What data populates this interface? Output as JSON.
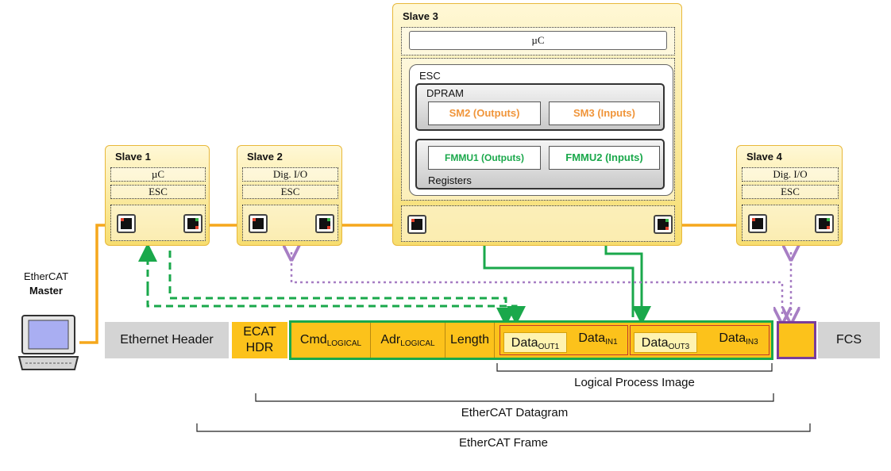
{
  "master": {
    "label_line1": "EtherCAT",
    "label_line2": "Master"
  },
  "slave1": {
    "title": "Slave 1",
    "uc": "µC",
    "esc": "ESC"
  },
  "slave2": {
    "title": "Slave 2",
    "dio": "Dig. I/O",
    "esc": "ESC"
  },
  "slave3": {
    "title": "Slave 3",
    "uc": "µC",
    "esc": "ESC",
    "dpram": "DPRAM",
    "sm2": "SM2 (Outputs)",
    "sm3": "SM3 (Inputs)",
    "fmmu1": "FMMU1 (Outputs)",
    "fmmu2": "FMMU2 (Inputs)",
    "registers": "Registers"
  },
  "slave4": {
    "title": "Slave 4",
    "dio": "Dig. I/O",
    "esc": "ESC"
  },
  "frame": {
    "ethernet_header": "Ethernet Header",
    "ecat_hdr_1": "ECAT",
    "ecat_hdr_2": "HDR",
    "cmd": "Cmd",
    "cmd_sub": "LOGICAL",
    "adr": "Adr",
    "adr_sub": "LOGICAL",
    "length": "Length",
    "data": "Data",
    "out1": "OUT1",
    "in1": "IN1",
    "out3": "OUT3",
    "in3": "IN3",
    "fcs": "FCS"
  },
  "labels": {
    "logical_process_image": "Logical Process Image",
    "ethercat_datagram": "EtherCAT Datagram",
    "ethercat_frame": "EtherCAT Frame"
  },
  "colors": {
    "orange_line": "#f5a71c",
    "green": "#1aa84b",
    "purple": "#7a3d9a",
    "yellow_cell": "#fcc21b"
  }
}
